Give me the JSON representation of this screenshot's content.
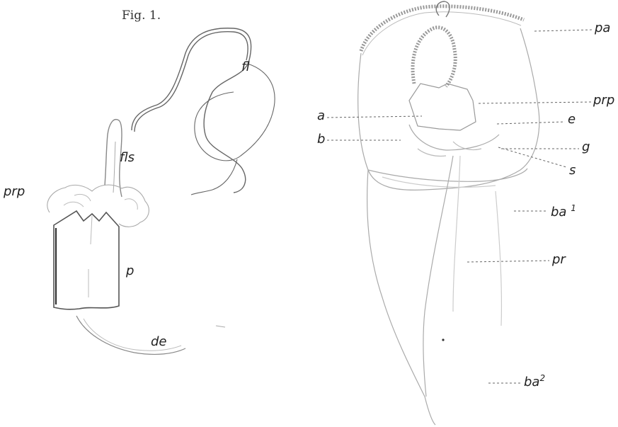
{
  "figure": {
    "title": "Fig. 1."
  },
  "left_labels": {
    "fl": "fl",
    "fls": "fls",
    "prp": "prp",
    "p": "p",
    "de": "de"
  },
  "right_labels": {
    "pa": "pa",
    "prp": "prp",
    "a": "a",
    "e": "e",
    "b": "b",
    "g": "g",
    "s": "s",
    "ba1": "ba",
    "ba1_sup": "1",
    "pr": "pr",
    "ba2": "ba",
    "ba2_sup": "2"
  }
}
